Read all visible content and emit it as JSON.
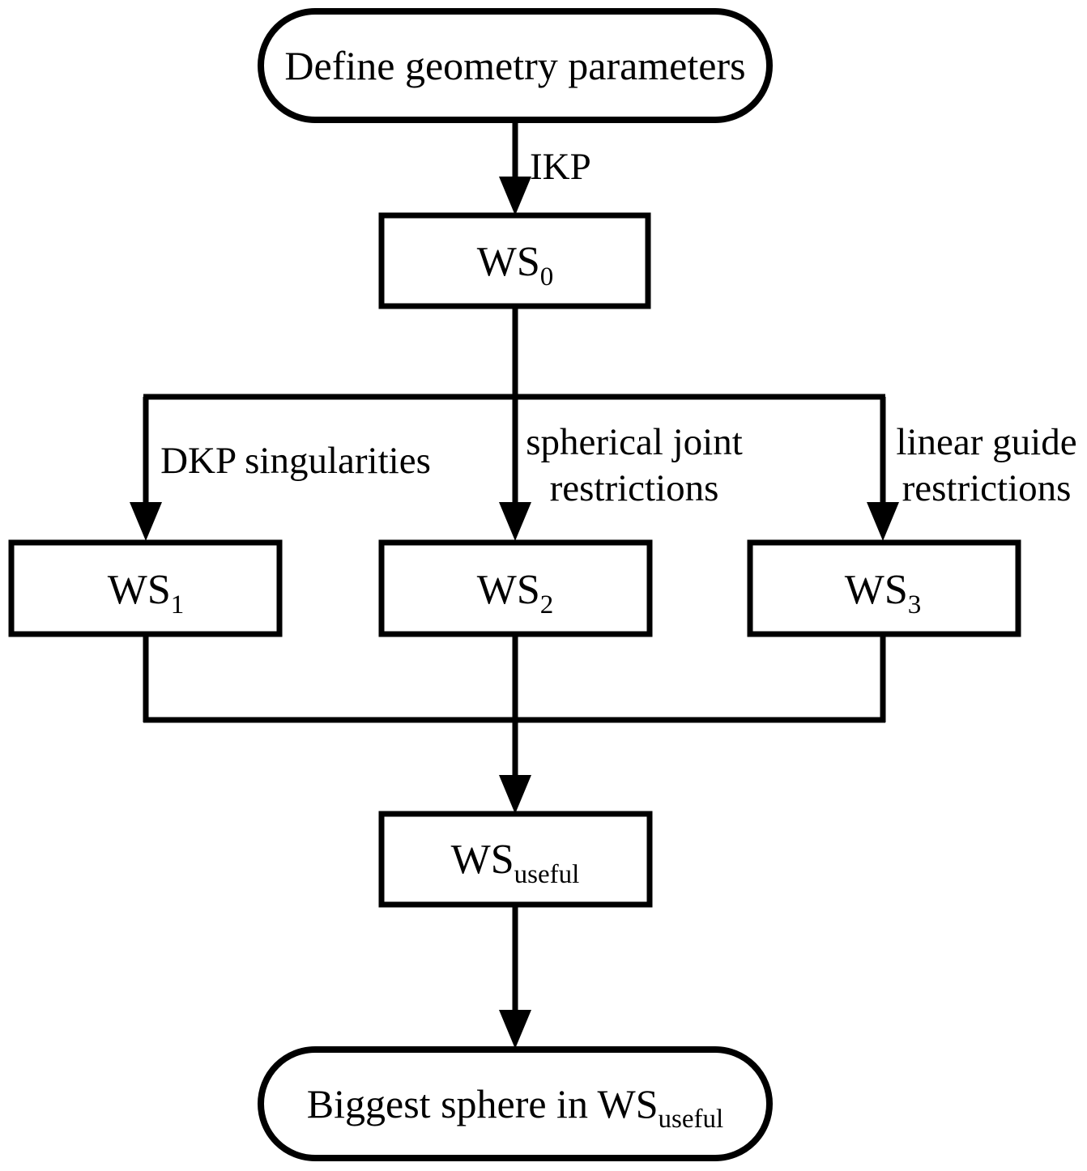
{
  "diagram": {
    "title": "Workspace computation flowchart",
    "background_color": "#ffffff",
    "line_color": "#000000",
    "nodes": {
      "start": {
        "shape": "stadium",
        "label": "Define geometry parameters"
      },
      "ws0": {
        "shape": "rectangle",
        "label_base": "WS",
        "label_sub": "0"
      },
      "ws1": {
        "shape": "rectangle",
        "label_base": "WS",
        "label_sub": "1"
      },
      "ws2": {
        "shape": "rectangle",
        "label_base": "WS",
        "label_sub": "2"
      },
      "ws3": {
        "shape": "rectangle",
        "label_base": "WS",
        "label_sub": "3"
      },
      "ws_useful": {
        "shape": "rectangle",
        "label_base": "WS",
        "label_sub": "useful"
      },
      "end": {
        "shape": "stadium",
        "label_base": "Biggest sphere in WS",
        "label_sub": "useful"
      }
    },
    "edges": {
      "start_to_ws0": {
        "label": "IKP"
      },
      "ws0_to_ws1": {
        "label": "DKP singularities"
      },
      "ws0_to_ws2": {
        "label_line1": "spherical joint",
        "label_line2": "restrictions"
      },
      "ws0_to_ws3": {
        "label_line1": "linear guide",
        "label_line2": "restrictions"
      }
    }
  }
}
